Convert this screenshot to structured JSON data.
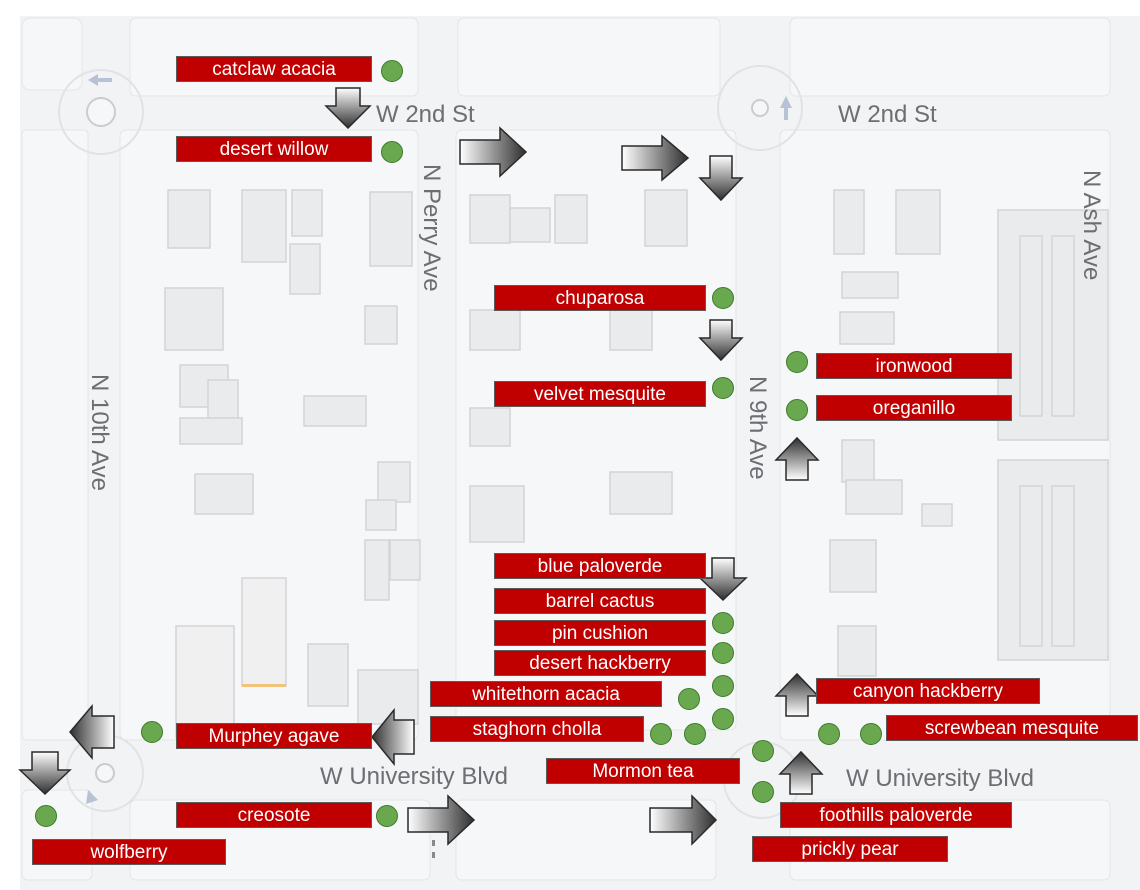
{
  "map": {
    "colors": {
      "road": "#f1f3f4",
      "block": "#f5f6f8",
      "building": "#e8e8ea",
      "building_outline": "#cfd1d4",
      "street_text": "#6b6e72",
      "label_fill": "#c00000",
      "label_text": "#ffffff",
      "dot_fill": "#6aa84f",
      "arrow_dark": "#3a3a3a"
    },
    "streets": {
      "w2nd_left": "W 2nd St",
      "w2nd_right": "W 2nd St",
      "n_perry": "N Perry Ave",
      "n_10th": "N 10th Ave",
      "n_9th": "N 9th Ave",
      "n_ash": "N Ash Ave",
      "w_univ_left": "W University Blvd",
      "w_univ_right": "W University Blvd"
    },
    "plants": {
      "catclaw": "catclaw acacia",
      "desert_willow": "desert willow",
      "chuparosa": "chuparosa",
      "velvet_mesquite": "velvet mesquite",
      "ironwood": "ironwood",
      "oreganillo": "oreganillo",
      "blue_paloverde": "blue paloverde",
      "barrel_cactus": "barrel cactus",
      "pin_cushion": "pin cushion",
      "desert_hackberry": "desert hackberry",
      "whitethorn_acacia": "whitethorn acacia",
      "staghorn_cholla": "staghorn cholla",
      "murphey_agave": "Murphey agave",
      "mormon_tea": "Mormon tea",
      "canyon_hackberry": "canyon hackberry",
      "screwbean_mesquite": "screwbean mesquite",
      "creosote": "creosote",
      "wolfberry": "wolfberry",
      "foothills_paloverde": "foothills paloverde",
      "prickly_pear": "prickly pear"
    },
    "arrow_directions": [
      "down",
      "right",
      "right",
      "down",
      "down",
      "up",
      "down",
      "up",
      "left",
      "down",
      "up",
      "right",
      "right",
      "left"
    ]
  }
}
